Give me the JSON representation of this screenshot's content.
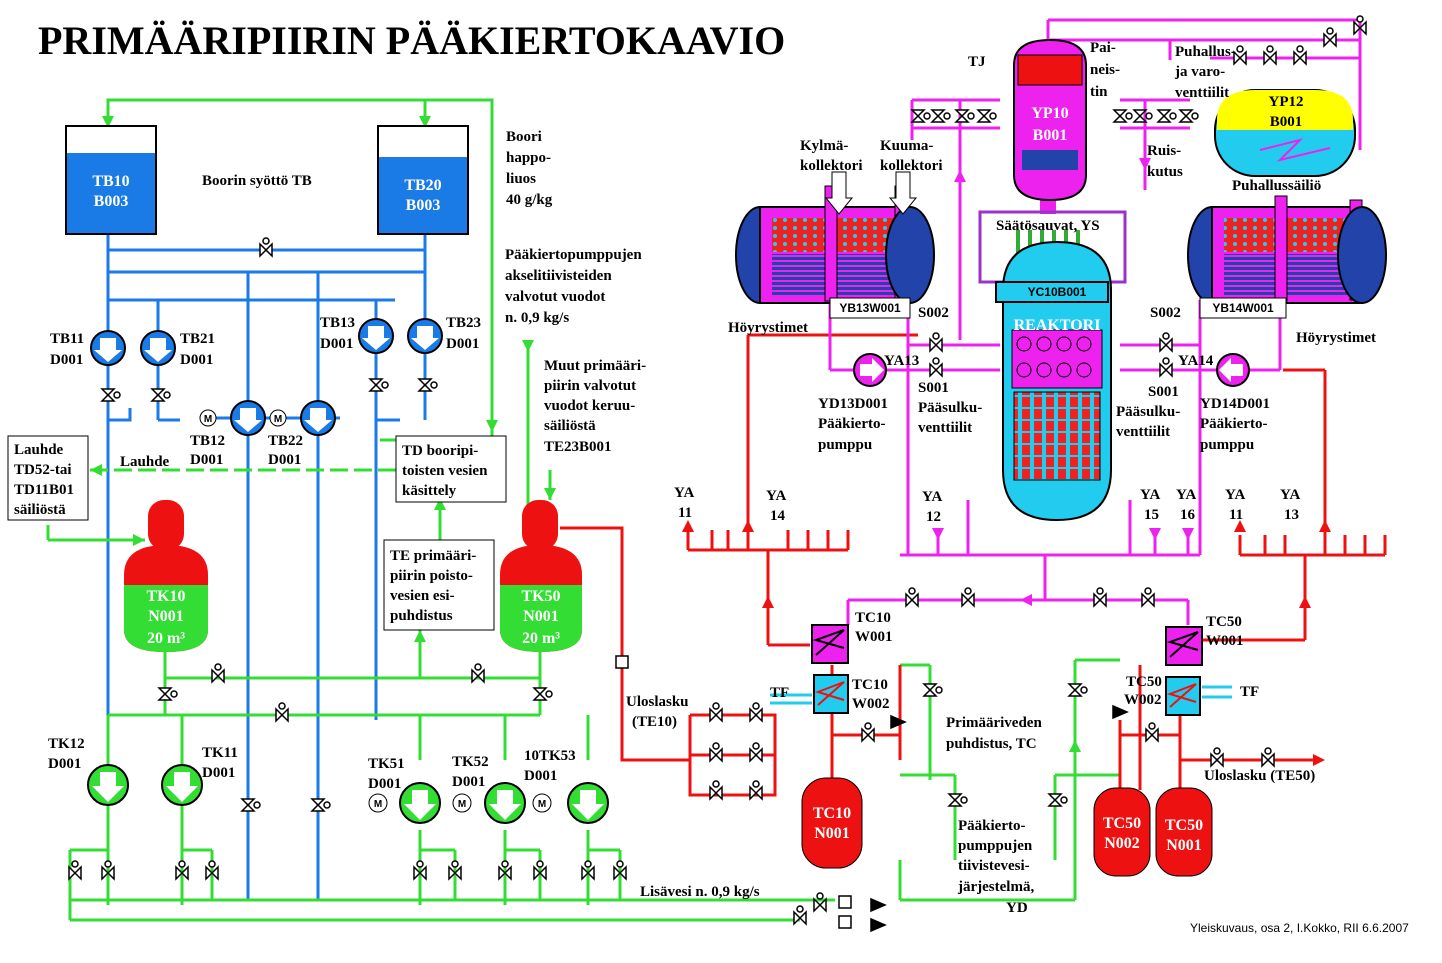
{
  "title": "PRIMÄÄRIPIIRIN PÄÄKIERTOKAAVIO",
  "credit": "Yleiskuvaus, osa 2, I.Kokko, RII 6.6.2007",
  "colors": {
    "green": "#33dd33",
    "blue": "#1a7ae6",
    "red": "#ee1111",
    "magenta": "#ee22ee",
    "cyan": "#22ccee",
    "yellow": "#ffff00"
  },
  "tanks": {
    "tb10": [
      "TB10",
      "B003"
    ],
    "tb20": [
      "TB20",
      "B003"
    ],
    "tk10": [
      "TK10",
      "N001",
      "20 m³"
    ],
    "tk50": [
      "TK50",
      "N001",
      "20 m³"
    ],
    "yp10": [
      "YP10",
      "B001"
    ],
    "yp12": [
      "YP12",
      "B001"
    ],
    "tc10n": [
      "TC10",
      "N001"
    ],
    "tc50n2": [
      "TC50",
      "N002"
    ],
    "tc50n1": [
      "TC50",
      "N001"
    ]
  },
  "labels": {
    "boorin_syotto": "Boorin syöttö TB",
    "boori": [
      "Boori",
      "happo-",
      "liuos",
      "40 g/kg"
    ],
    "paakierto_akseli": [
      "Pääkiertopumppujen",
      "akselitiivisteiden",
      "valvotut vuodot",
      "n. 0,9 kg/s"
    ],
    "muut": [
      "Muut primääri-",
      "piirin valvotut",
      "vuodot keruu-",
      "säiliöstä",
      "TE23B001"
    ],
    "lauhde_box": [
      "Lauhde",
      "TD52-tai",
      "TD11B01",
      "säiliöstä"
    ],
    "lauhde": "Lauhde",
    "td_box": [
      "TD booripi-",
      "toisten vesien",
      "käsittely"
    ],
    "te_box": [
      "TE primääri-",
      "piirin poisto-",
      "vesien esi-",
      "puhdistus"
    ],
    "tb11": [
      "TB11",
      "D001"
    ],
    "tb21": [
      "TB21",
      "D001"
    ],
    "tb13": [
      "TB13",
      "D001"
    ],
    "tb23": [
      "TB23",
      "D001"
    ],
    "tb12": [
      "TB12",
      "D001"
    ],
    "tb22": [
      "TB22",
      "D001"
    ],
    "tk12": [
      "TK12",
      "D001"
    ],
    "tk11": [
      "TK11",
      "D001"
    ],
    "tk51": [
      "TK51",
      "D001"
    ],
    "tk52": [
      "TK52",
      "D001"
    ],
    "tk53": [
      "10TK53",
      "D001"
    ],
    "lisavesi": "Lisävesi n. 0,9 kg/s",
    "uloslasku_te10": [
      "Uloslasku",
      "(TE10)"
    ],
    "tf": "TF",
    "tc10w001": [
      "TC10",
      "W001"
    ],
    "tc10w002": [
      "TC10",
      "W002"
    ],
    "tc50w001": [
      "TC50",
      "W001"
    ],
    "tc50w002": [
      "TC50",
      "W002"
    ],
    "primaarivesi": [
      "Primääriveden",
      "puhdistus, TC"
    ],
    "tiiviste": [
      "Pääkierto-",
      "pumppujen",
      "tiivistevesi-",
      "järjestelmä,",
      "YD"
    ],
    "uloslasku_te50": "Uloslasku (TE50)",
    "tj": "TJ",
    "paineistin": [
      "Pai-",
      "neis-",
      "tin"
    ],
    "puhallus": [
      "Puhallus-",
      "ja varo-",
      "venttiilit"
    ],
    "ruiskutus": [
      "Ruis-",
      "kutus"
    ],
    "puhallussailio": "Puhallussäiliö",
    "kylma": [
      "Kylmä-",
      "kollektori"
    ],
    "kuuma": [
      "Kuuma-",
      "kollektori"
    ],
    "saatosauvat": "Säätösauvat, YS",
    "yc10": "YC10B001",
    "reaktori": "REAKTORI",
    "yb13": "YB13W001",
    "yb14": "YB14W001",
    "hoyrystimet": "Höyrystimet",
    "s002": "S002",
    "s001": "S001",
    "ya13": "YA13",
    "ya14": "YA14",
    "yd13": [
      "YD13D001",
      "Pääkierto-",
      "pumppu"
    ],
    "yd14": [
      "YD14D001",
      "Pääkierto-",
      "pumppu"
    ],
    "paasulku": [
      "Pääsulku-",
      "venttiilit"
    ],
    "ya_taps": [
      [
        "YA",
        "11"
      ],
      [
        "YA",
        "14"
      ],
      [
        "YA",
        "12"
      ],
      [
        "YA",
        "15"
      ],
      [
        "YA",
        "16"
      ],
      [
        "YA",
        "11"
      ],
      [
        "YA",
        "13"
      ]
    ]
  }
}
